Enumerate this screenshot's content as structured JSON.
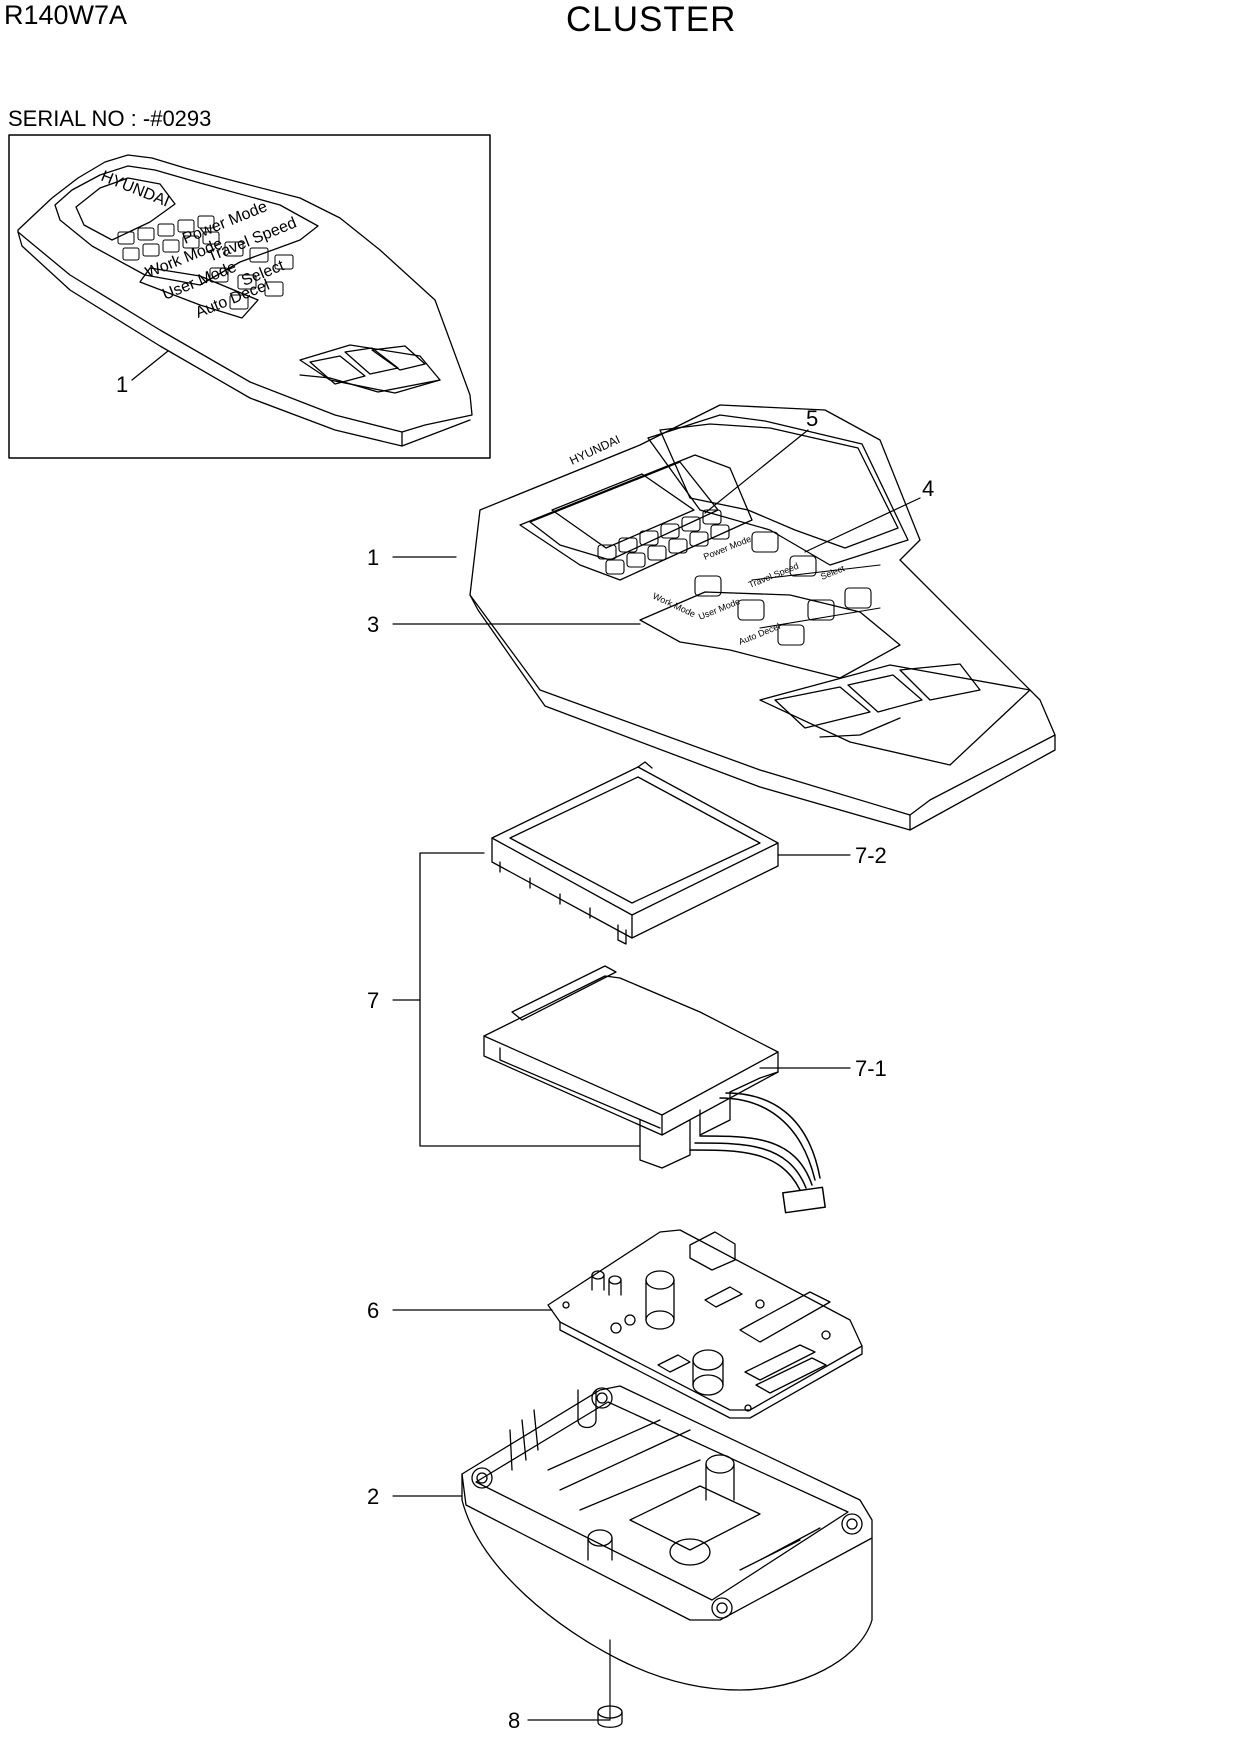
{
  "header": {
    "model": "R140W7A",
    "title": "CLUSTER",
    "serial": "SERIAL NO : -#0293"
  },
  "panel_labels": {
    "brand": "HYUNDAI",
    "work_mode": "Work Mode",
    "power_mode": "Power Mode",
    "user_mode": "User Mode",
    "travel_speed": "Travel Speed",
    "auto_decel": "Auto Decel",
    "select": "Select"
  },
  "callouts": {
    "inset_1": "1",
    "c1": "1",
    "c2": "2",
    "c3": "3",
    "c4": "4",
    "c5": "5",
    "c6": "6",
    "c7": "7",
    "c7_1": "7-1",
    "c7_2": "7-2",
    "c8": "8"
  }
}
